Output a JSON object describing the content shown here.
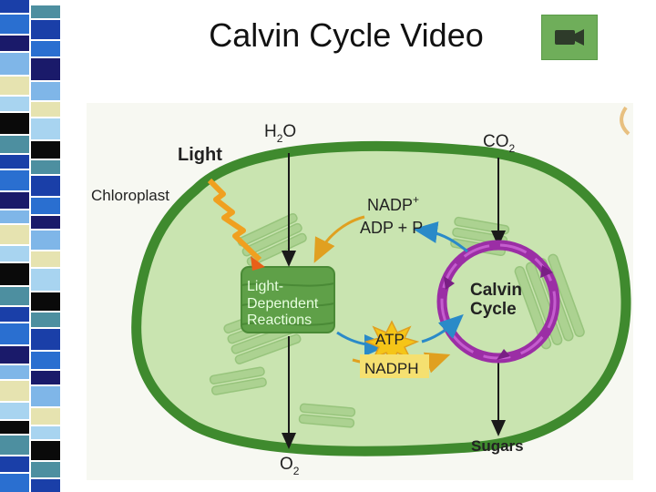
{
  "slide": {
    "title": "Calvin Cycle Video",
    "video_icon": "video-camera-icon",
    "colors": {
      "video_button": "#6fae5a",
      "chloroplast_outer": "#3f8a2e",
      "chloroplast_fill": "#c9e4b0",
      "calvin_cycle_ring": "#9b2ea5",
      "light_bolt": "#f0a020",
      "reaction_box": "#5fa048",
      "arrow_blue": "#2a8ac8",
      "arrow_orange": "#e0a020"
    }
  },
  "diagram": {
    "light": "Light",
    "chloroplast": "Chloroplast",
    "h2o": {
      "main": "H",
      "sub": "2",
      "tail": "O"
    },
    "co2": {
      "main": "CO",
      "sub": "2"
    },
    "o2": {
      "main": "O",
      "sub": "2"
    },
    "nadp": {
      "main": "NADP",
      "sup": "+"
    },
    "adp": "ADP + P",
    "light_reactions": [
      "Light-",
      "Dependent",
      "Reactions"
    ],
    "calvin": [
      "Calvin",
      "Cycle"
    ],
    "atp": "ATP",
    "nadph": "NADPH",
    "sugars": "Sugars"
  }
}
